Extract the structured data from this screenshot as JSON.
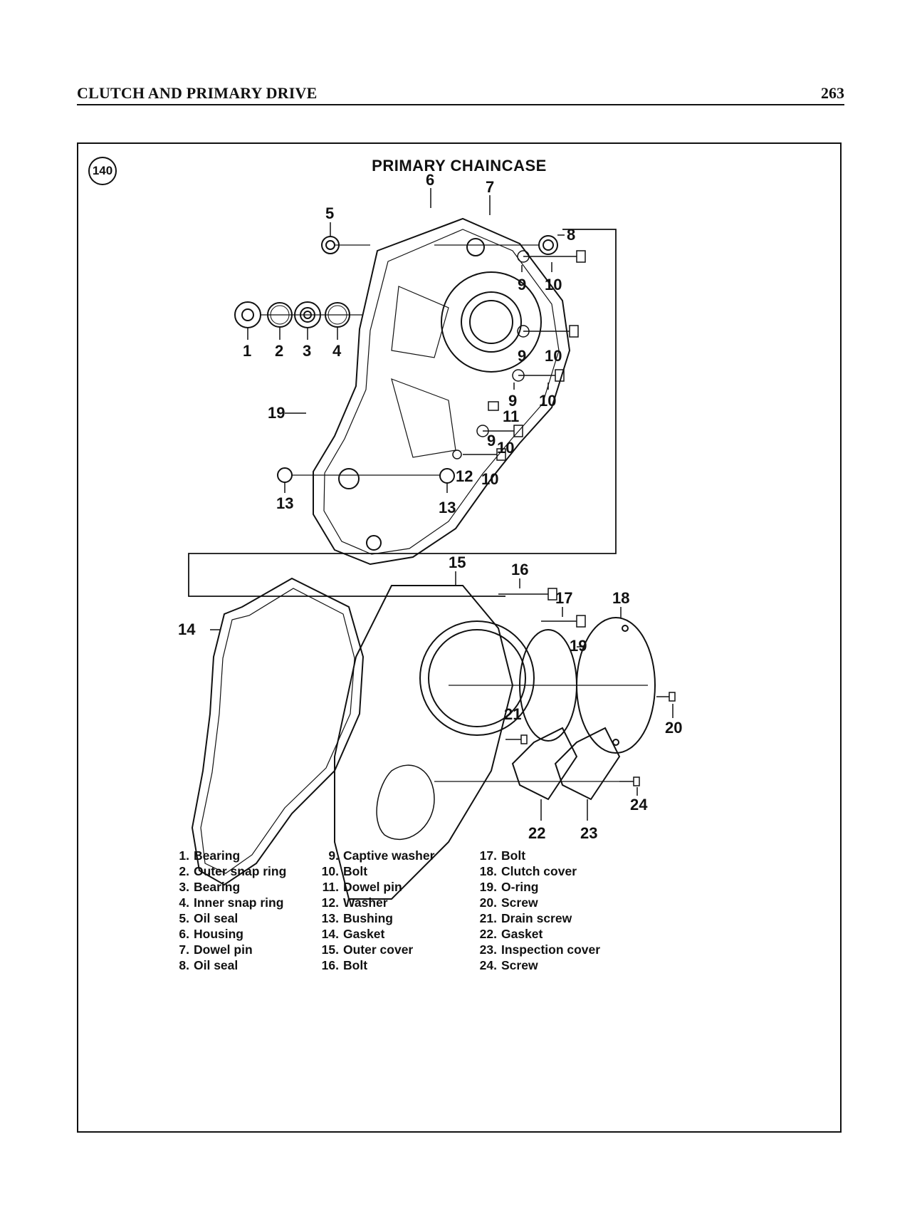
{
  "header": {
    "chapter": "CLUTCH AND PRIMARY DRIVE",
    "page_number": "263"
  },
  "figure": {
    "number": "140",
    "title": "PRIMARY CHAINCASE"
  },
  "legend": [
    {
      "num": "1.",
      "label": "Bearing"
    },
    {
      "num": "2.",
      "label": "Outer snap ring"
    },
    {
      "num": "3.",
      "label": "Bearing"
    },
    {
      "num": "4.",
      "label": "Inner snap ring"
    },
    {
      "num": "5.",
      "label": "Oil seal"
    },
    {
      "num": "6.",
      "label": "Housing"
    },
    {
      "num": "7.",
      "label": "Dowel pin"
    },
    {
      "num": "8.",
      "label": "Oil seal"
    },
    {
      "num": "9.",
      "label": "Captive washer"
    },
    {
      "num": "10.",
      "label": "Bolt"
    },
    {
      "num": "11.",
      "label": "Dowel pin"
    },
    {
      "num": "12.",
      "label": "Washer"
    },
    {
      "num": "13.",
      "label": "Bushing"
    },
    {
      "num": "14.",
      "label": "Gasket"
    },
    {
      "num": "15.",
      "label": "Outer cover"
    },
    {
      "num": "16.",
      "label": "Bolt"
    },
    {
      "num": "17.",
      "label": "Bolt"
    },
    {
      "num": "18.",
      "label": "Clutch cover"
    },
    {
      "num": "19.",
      "label": "O-ring"
    },
    {
      "num": "20.",
      "label": "Screw"
    },
    {
      "num": "21.",
      "label": "Drain screw"
    },
    {
      "num": "22.",
      "label": "Gasket"
    },
    {
      "num": "23.",
      "label": "Inspection cover"
    },
    {
      "num": "24.",
      "label": "Screw"
    }
  ],
  "callouts": [
    "1",
    "2",
    "3",
    "4",
    "5",
    "6",
    "7",
    "8",
    "9",
    "10",
    "9",
    "10",
    "9",
    "10",
    "11",
    "9",
    "10",
    "12",
    "10",
    "13",
    "13",
    "19",
    "14",
    "15",
    "16",
    "17",
    "18",
    "19",
    "20",
    "21",
    "22",
    "23",
    "24"
  ]
}
